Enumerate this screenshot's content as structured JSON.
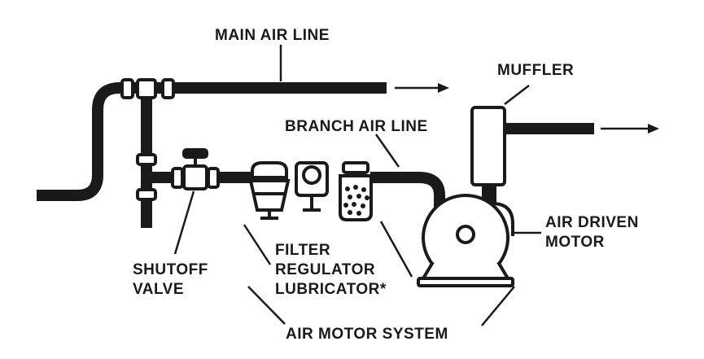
{
  "labels": {
    "main_air_line": "MAIN AIR LINE",
    "muffler": "MUFFLER",
    "branch_air_line": "BRANCH AIR LINE",
    "air_driven": "AIR DRIVEN",
    "motor": "MOTOR",
    "filter": "FILTER",
    "regulator": "REGULATOR",
    "lubricator": "LUBRICATOR*",
    "shutoff": "SHUTOFF",
    "valve": "VALVE",
    "air_motor_system": "AIR MOTOR SYSTEM"
  },
  "colors": {
    "ink": "#1a1a1a",
    "background": "#ffffff"
  }
}
